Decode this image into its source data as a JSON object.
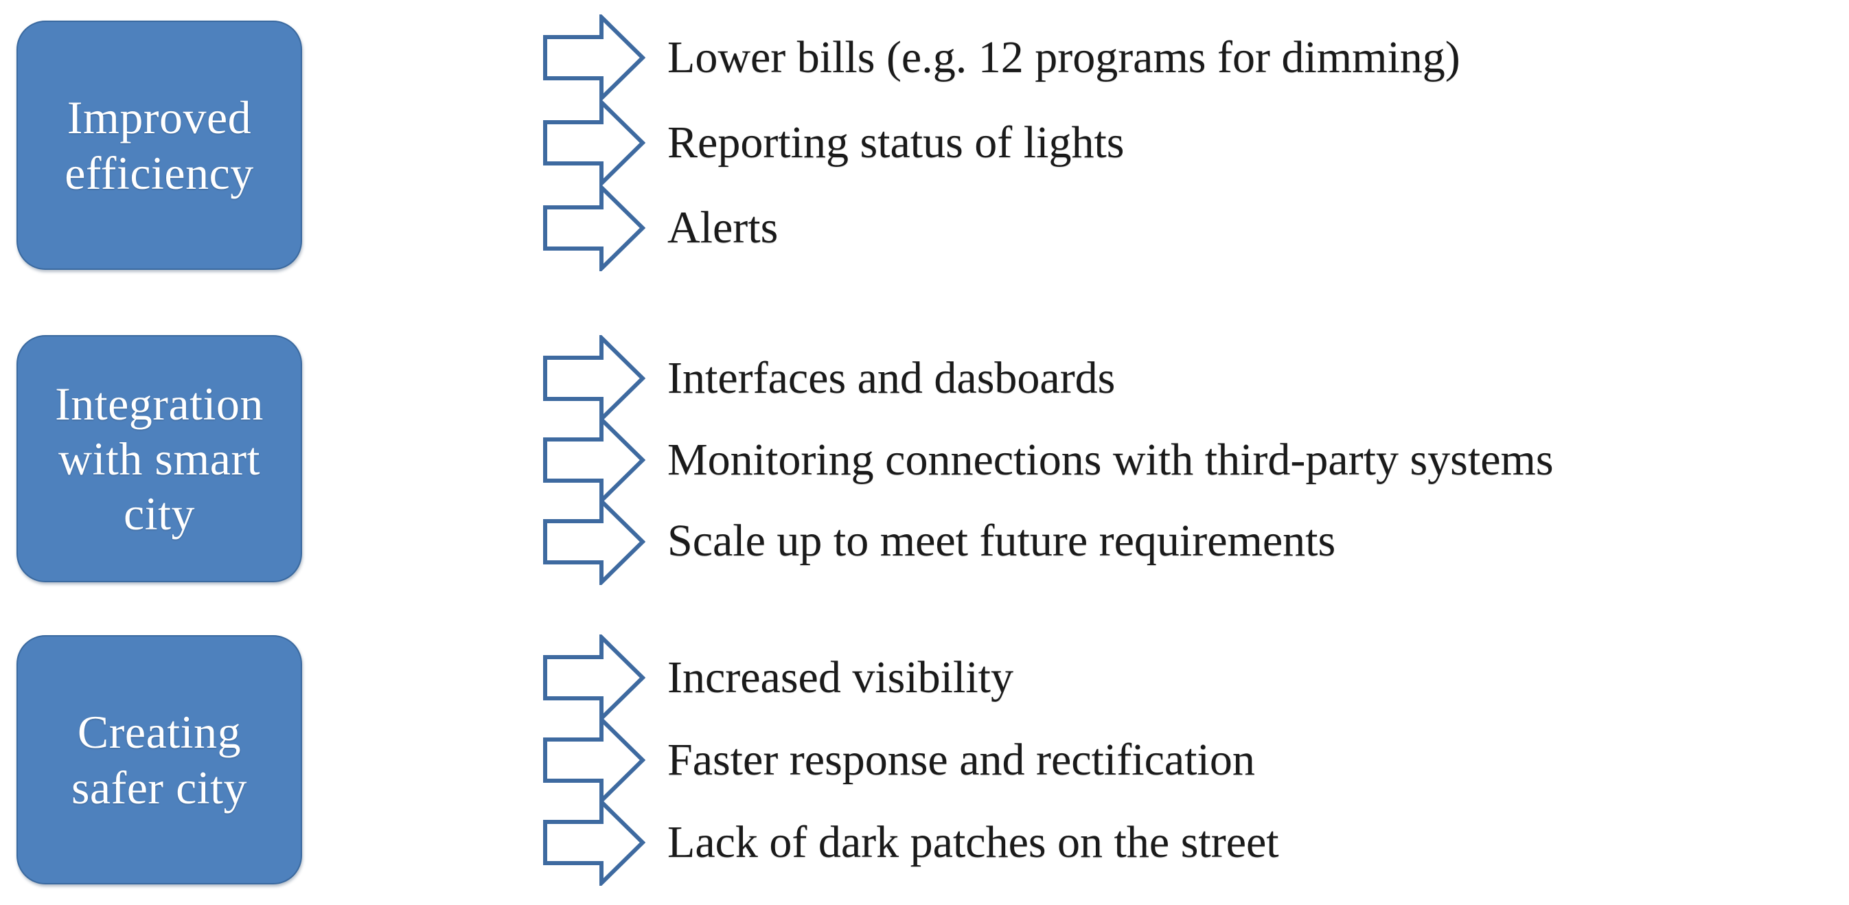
{
  "diagram": {
    "background_color": "#FFFFFF",
    "box_fill_color": "#4E81BD",
    "box_border_color": "#3A699F",
    "box_text_color": "#FFFFFF",
    "arrow_stroke_color": "#3E6AA0",
    "arrow_fill_color": "#FFFFFF",
    "bullet_text_color": "#1A1A1A",
    "arrow_icon_name": "right-block-arrow-icon",
    "groups": [
      {
        "category": "Improved\nefficiency",
        "items": [
          "Lower bills (e.g. 12 programs for dimming)",
          "Reporting status of lights",
          "Alerts"
        ]
      },
      {
        "category": "Integration\nwith smart city",
        "items": [
          "Interfaces and dasboards",
          "Monitoring connections with third-party systems",
          "Scale up to meet future requirements"
        ]
      },
      {
        "category": "Creating\nsafer  city",
        "items": [
          "Increased visibility",
          "Faster response and rectification",
          "Lack of dark patches on the street"
        ]
      }
    ]
  }
}
